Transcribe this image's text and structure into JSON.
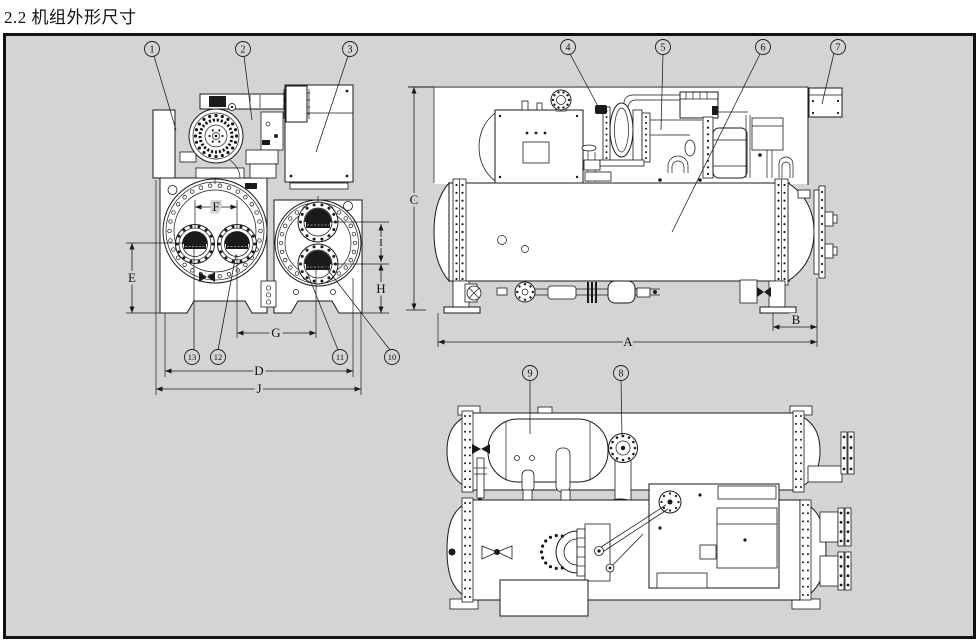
{
  "title": "2.2 机组外形尺寸",
  "dimension_labels": {
    "A": "A",
    "B": "B",
    "C": "C",
    "D": "D",
    "E": "E",
    "F": "F",
    "G": "G",
    "H": "H",
    "I": "I",
    "J": "J"
  },
  "callouts": {
    "n1": "1",
    "n2": "2",
    "n3": "3",
    "n4": "4",
    "n5": "5",
    "n6": "6",
    "n7": "7",
    "n8": "8",
    "n9": "9",
    "n10": "10",
    "n11": "11",
    "n12": "12",
    "n13": "13"
  },
  "colors": {
    "canvas": "#ffffff",
    "drawing_background": "#d3d4d6",
    "line": "#1a1a1a"
  }
}
